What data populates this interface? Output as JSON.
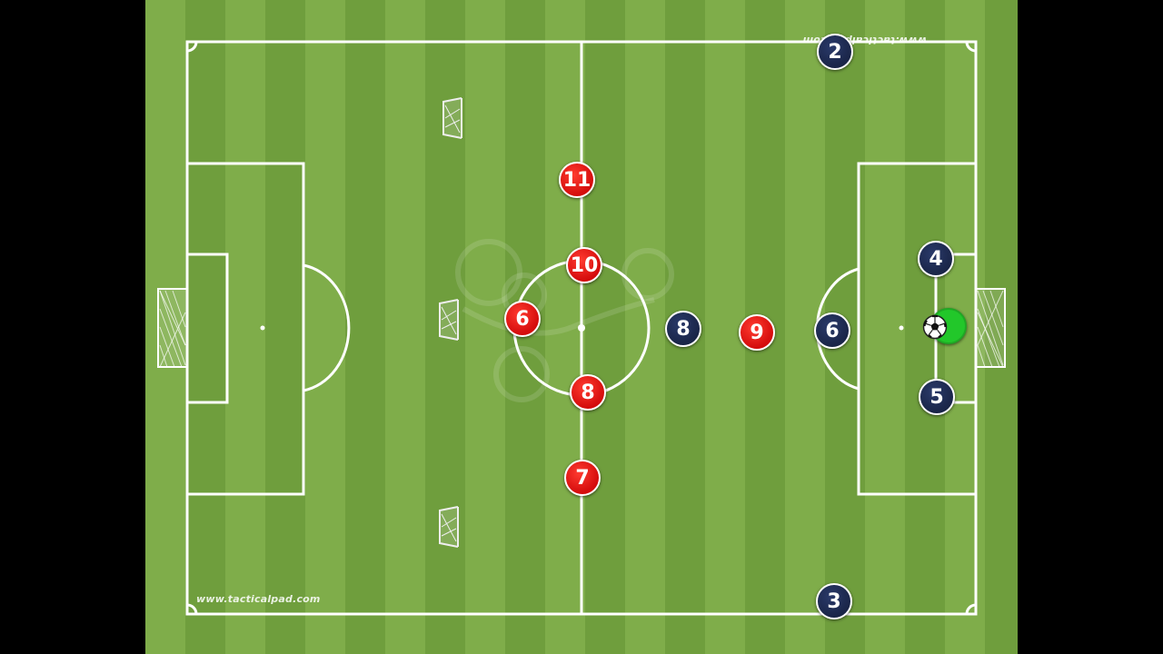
{
  "pitch": {
    "grass_colors": [
      "#7fad4a",
      "#6f9e3d"
    ],
    "line_color": "#ffffff"
  },
  "watermarks": {
    "top": "www.tacticalpad.com",
    "bottom": "www.tacticalpad.com"
  },
  "red_team": {
    "color": "#e01010",
    "players": [
      {
        "number": "11"
      },
      {
        "number": "10"
      },
      {
        "number": "6"
      },
      {
        "number": "8"
      },
      {
        "number": "7"
      },
      {
        "number": "9"
      }
    ]
  },
  "navy_team": {
    "color": "#1c2a50",
    "players": [
      {
        "number": "2"
      },
      {
        "number": "8"
      },
      {
        "number": "6"
      },
      {
        "number": "4"
      },
      {
        "number": "5"
      },
      {
        "number": "3"
      }
    ],
    "goalkeeper": {
      "number": "",
      "color": "#22c72a"
    }
  },
  "ball": {
    "icon": "soccer-ball-icon"
  },
  "mini_goals": {
    "icon": "mini-goal-icon",
    "count": 3
  }
}
